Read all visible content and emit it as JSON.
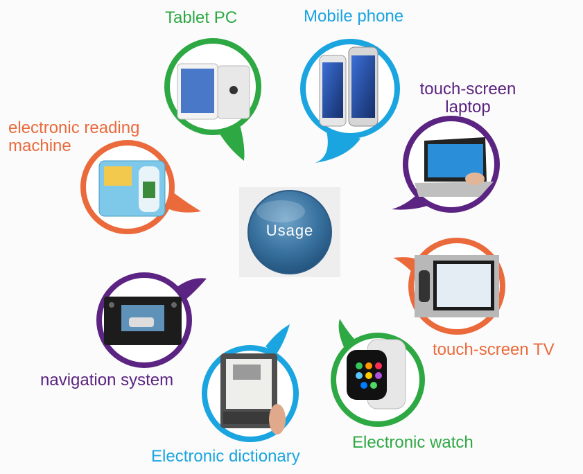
{
  "center": {
    "label": "Usage"
  },
  "items": [
    {
      "label": "Tablet PC",
      "color": "#2ea843"
    },
    {
      "label": "Mobile phone",
      "color": "#1aa4e0"
    },
    {
      "label_line1": "touch-screen",
      "label_line2": "laptop",
      "color": "#5b2382"
    },
    {
      "label_line1": "electronic reading",
      "label_line2": "machine",
      "color": "#ea6a3c"
    },
    {
      "label": "touch-screen TV",
      "color": "#ea6a3c"
    },
    {
      "label": "navigation system",
      "color": "#5b2382"
    },
    {
      "label": "Electronic watch",
      "color": "#2ea843"
    },
    {
      "label": "Electronic dictionary",
      "color": "#1aa4e0"
    }
  ]
}
